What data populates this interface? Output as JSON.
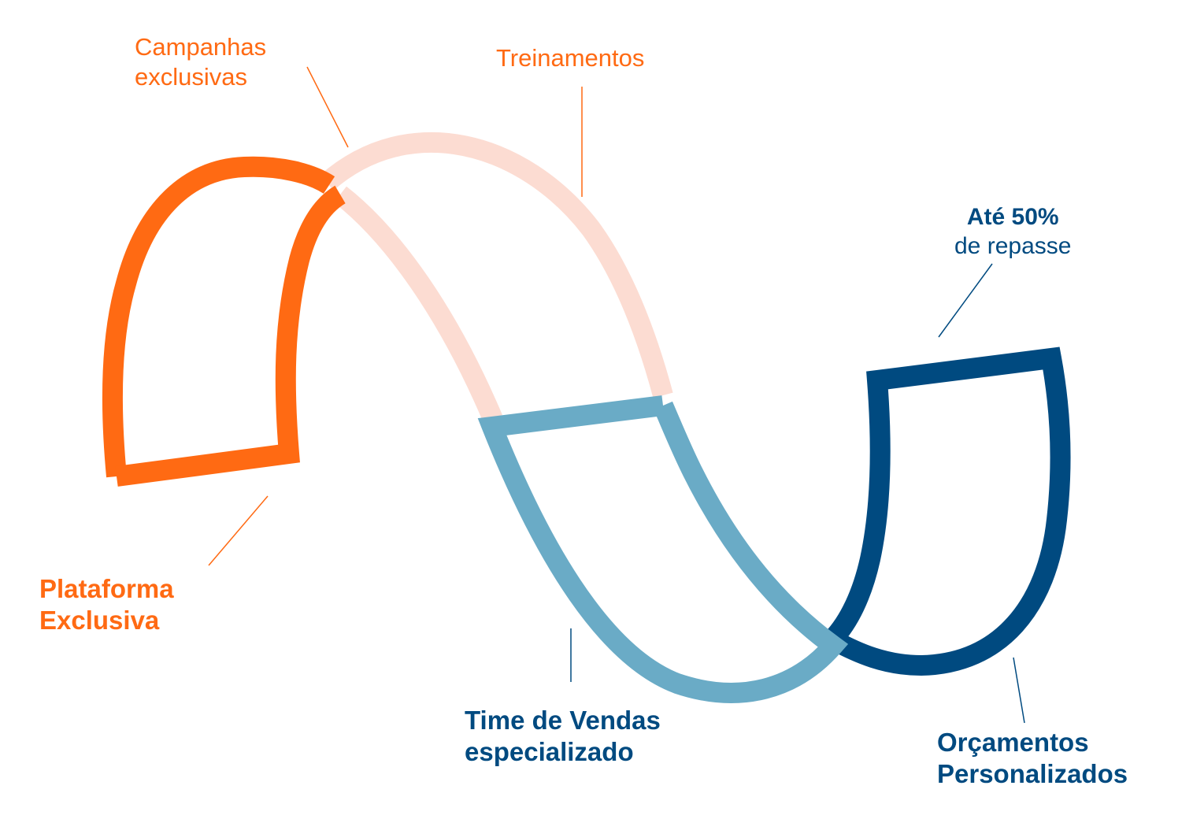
{
  "labels": {
    "plataforma": {
      "line1": "Plataforma",
      "line2": "Exclusiva"
    },
    "campanhas": {
      "line1": "Campanhas",
      "line2": "exclusivas"
    },
    "treinamentos": {
      "line1": "Treinamentos"
    },
    "time_vendas": {
      "line1": "Time de Vendas",
      "line2": "especializado"
    },
    "repasse": {
      "line1": "Até 50%",
      "line2": "de repasse"
    },
    "orcamentos": {
      "line1": "Orçamentos",
      "line2": "Personalizados"
    }
  },
  "colors": {
    "orange": "#ff6a13",
    "peach": "#fcdcd2",
    "light_blue": "#6aabc6",
    "navy": "#004a80"
  }
}
